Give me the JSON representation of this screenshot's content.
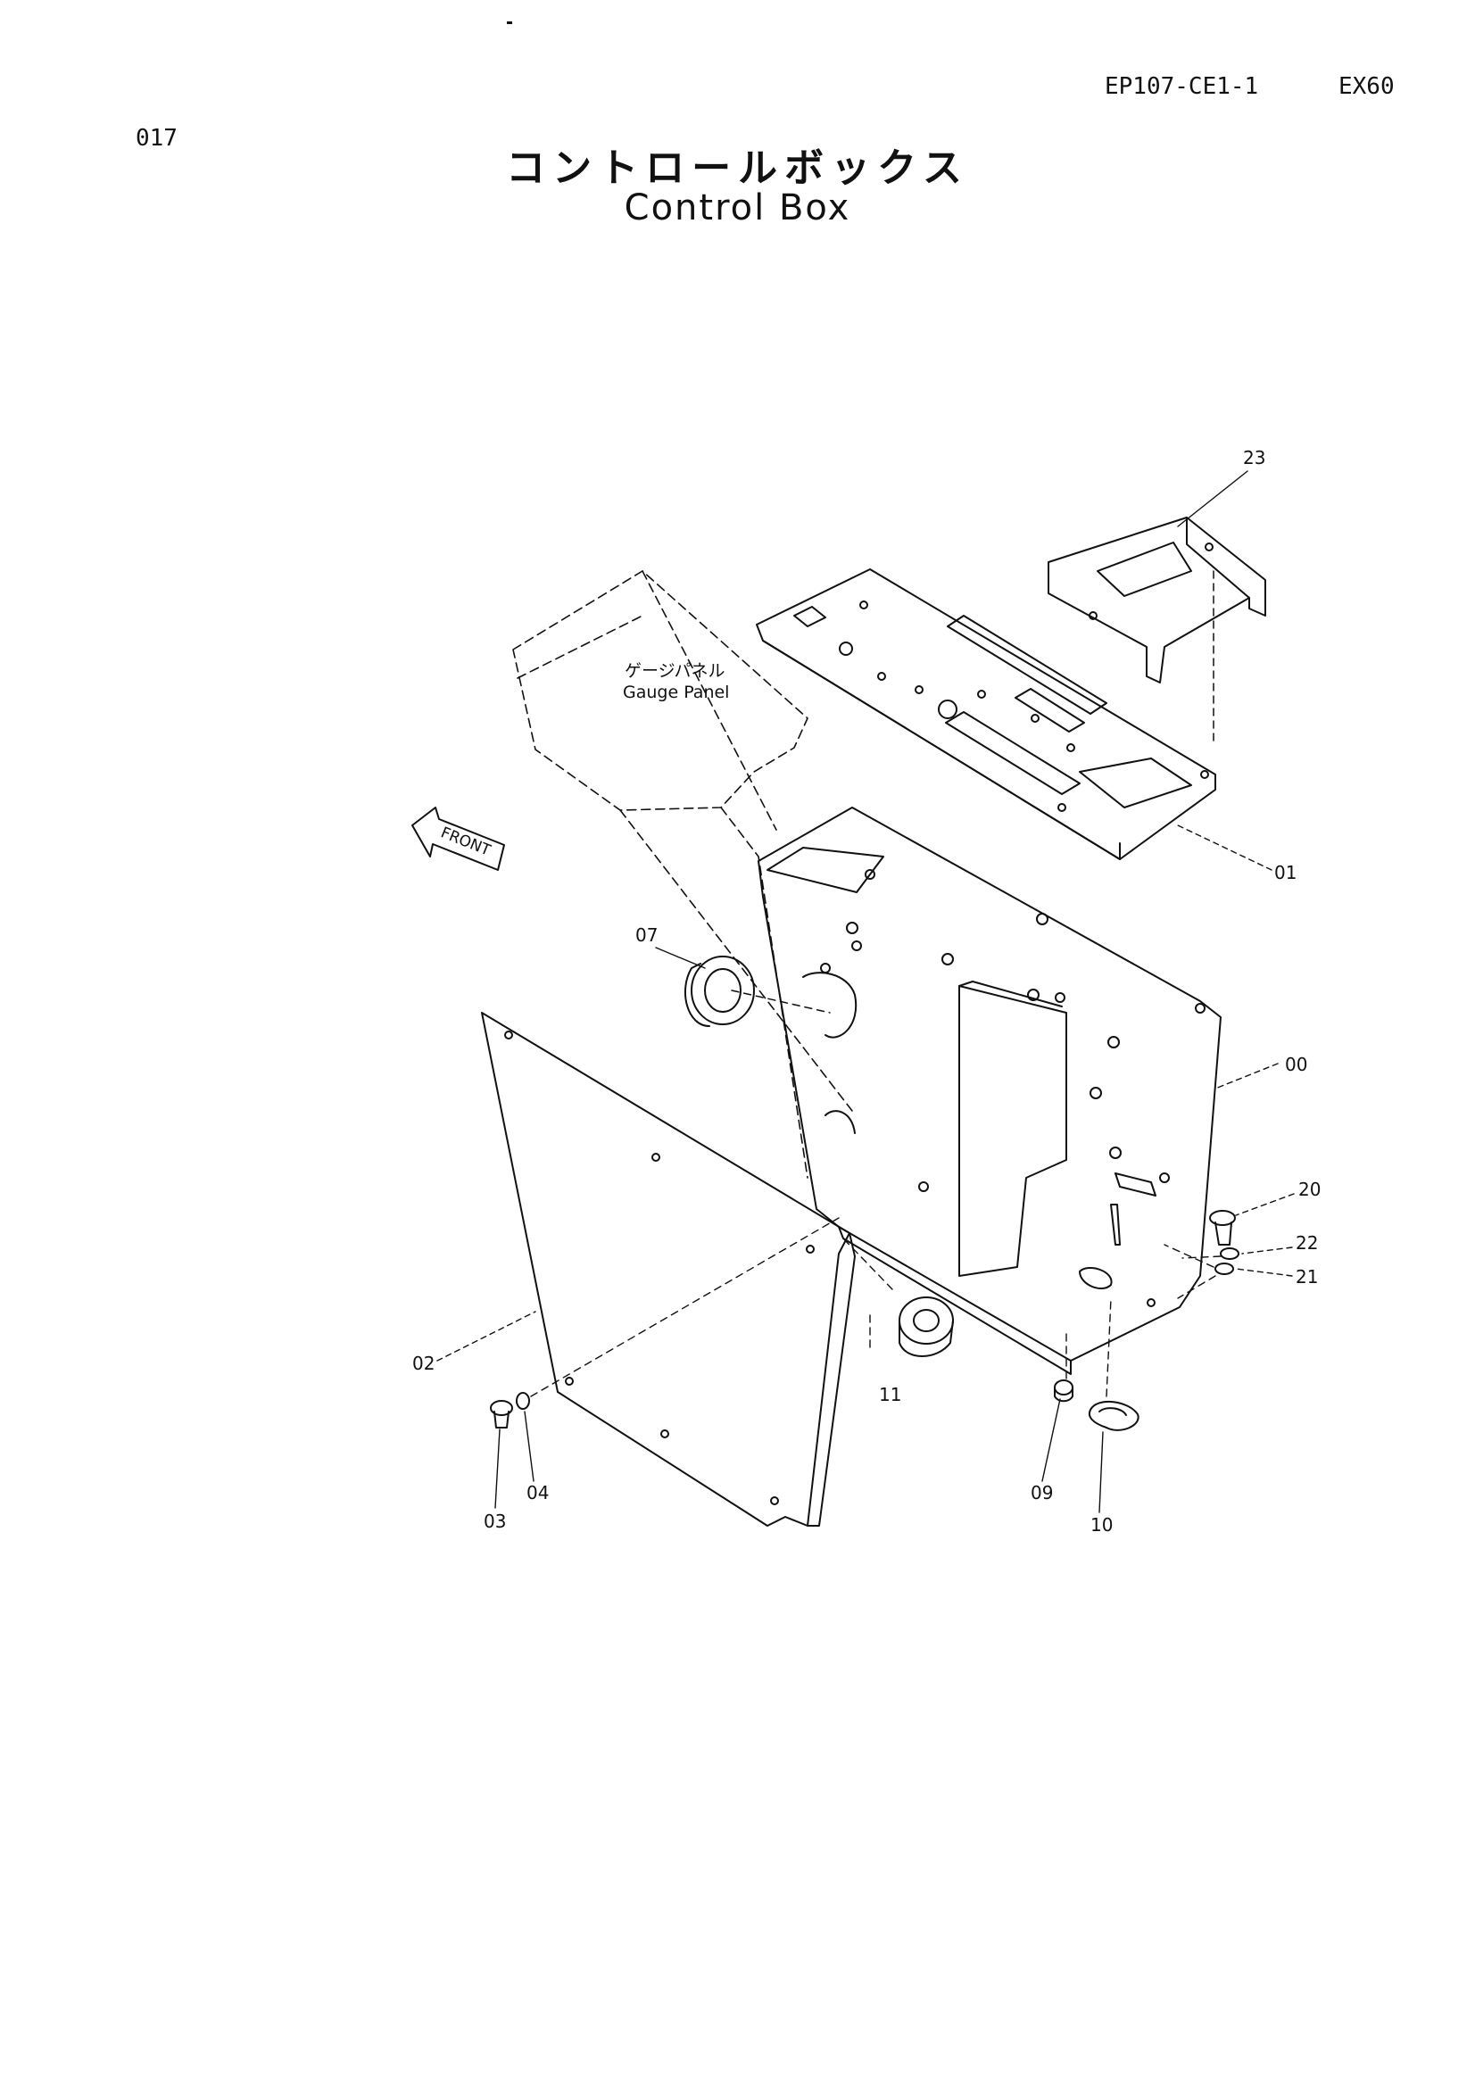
{
  "header": {
    "page_number": "017",
    "doc_code": "EP107-CE1-1",
    "model": "EX60"
  },
  "title": {
    "japanese": "コントロールボックス",
    "english": "Control Box"
  },
  "diagram": {
    "gauge_panel_jp": "ゲージパネル",
    "gauge_panel_en": "Gauge Panel",
    "front_label": "FRONT",
    "callouts": [
      "23",
      "01",
      "00",
      "07",
      "20",
      "22",
      "21",
      "02",
      "11",
      "09",
      "10",
      "03",
      "04"
    ]
  },
  "colors": {
    "ink": "#111111",
    "paper": "#ffffff"
  }
}
